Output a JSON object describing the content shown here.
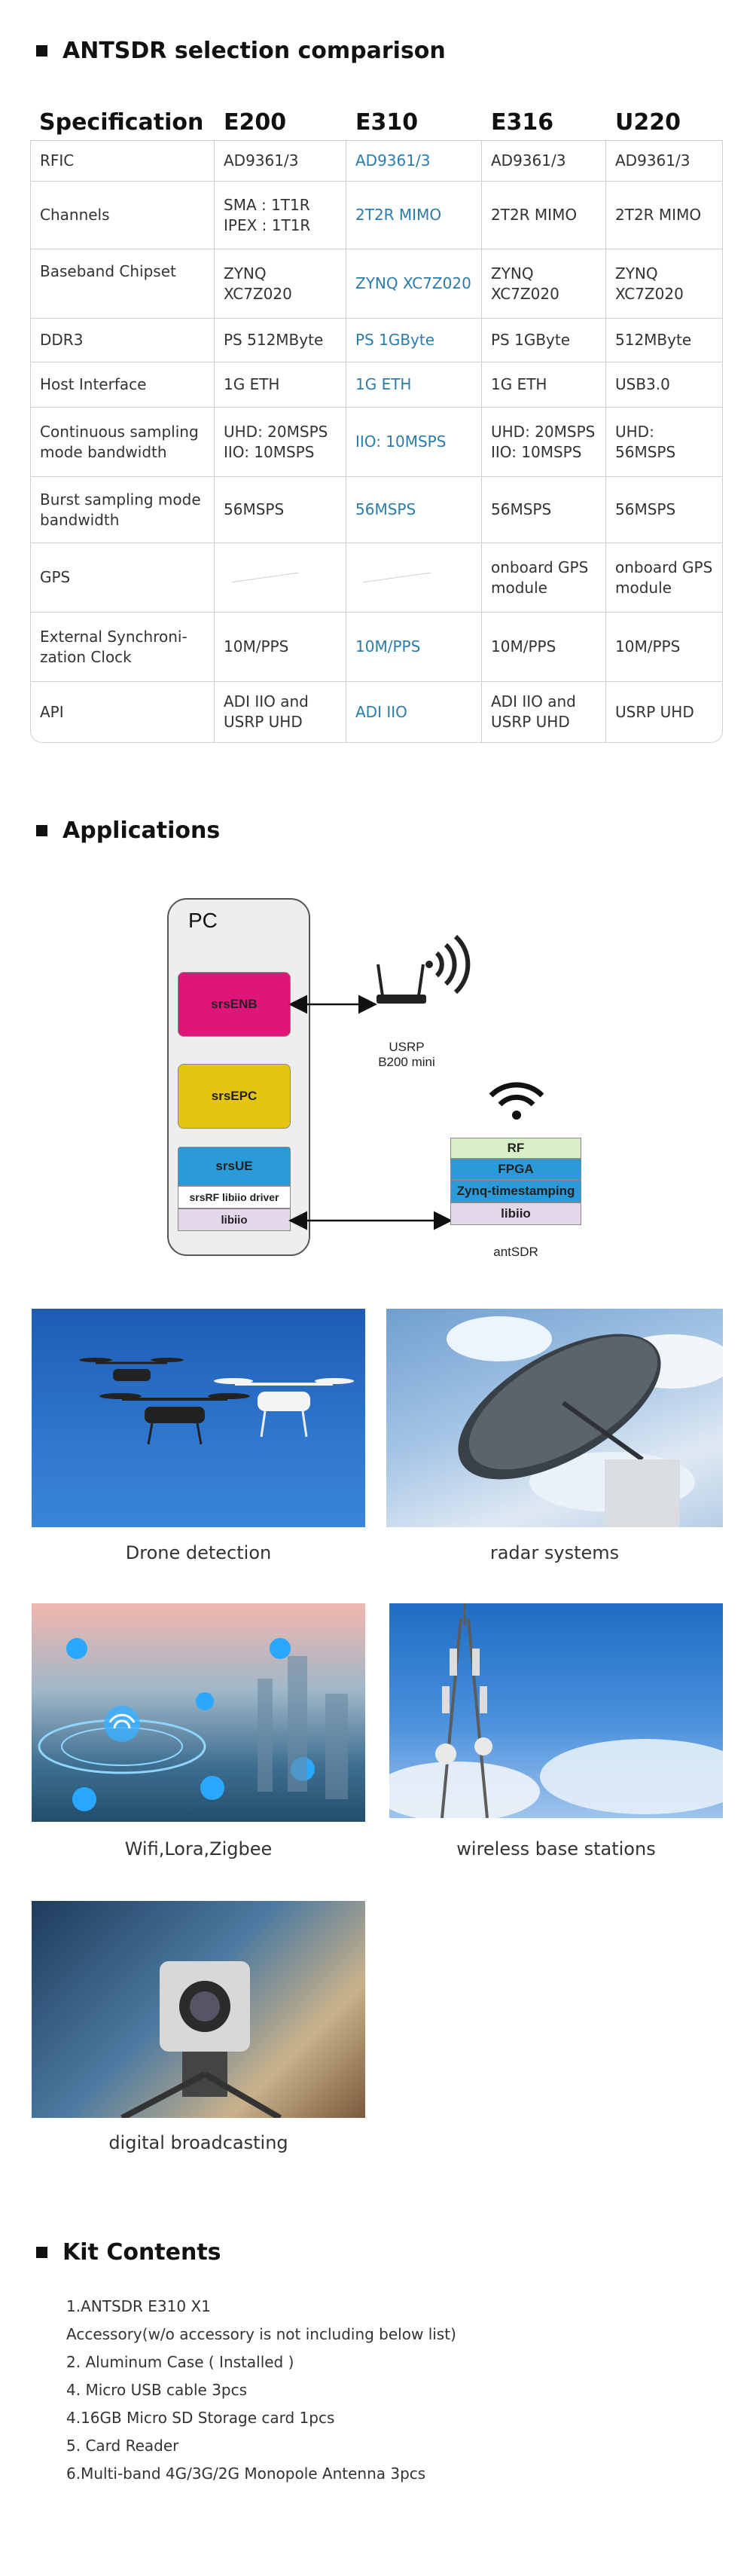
{
  "comparison": {
    "title": "ANTSDR selection comparison",
    "headers": [
      "Specification",
      "E200",
      "E310",
      "E316",
      "U220"
    ],
    "rows": [
      {
        "label": "RFIC",
        "values": [
          "AD9361/3",
          "AD9361/3",
          "AD9361/3",
          "AD9361/3"
        ]
      },
      {
        "label": "Channels",
        "values": [
          "SMA : 1T1R\nIPEX : 1T1R",
          "2T2R MIMO",
          "2T2R MIMO",
          "2T2R MIMO"
        ]
      },
      {
        "label": "Baseband Chipset",
        "values": [
          "ZYNQ XC7Z020",
          "ZYNQ XC7Z020",
          "ZYNQ XC7Z020",
          "ZYNQ XC7Z020"
        ]
      },
      {
        "label": "DDR3",
        "values": [
          "PS 512MByte",
          "PS 1GByte",
          "PS 1GByte",
          "512MByte"
        ]
      },
      {
        "label": "Host Interface",
        "values": [
          "1G ETH",
          "1G ETH",
          "1G ETH",
          "USB3.0"
        ]
      },
      {
        "label": "Continuous sampling\nmode bandwidth",
        "values": [
          "UHD: 20MSPS\nIIO: 10MSPS",
          "IIO: 10MSPS",
          "UHD: 20MSPS\nIIO: 10MSPS",
          "UHD: 56MSPS"
        ]
      },
      {
        "label": "Burst  sampling mode\nbandwidth",
        "values": [
          "56MSPS",
          "56MSPS",
          "56MSPS",
          "56MSPS"
        ]
      },
      {
        "label": "GPS",
        "values": [
          "",
          "",
          "onboard GPS\nmodule",
          "onboard GPS\nmodule"
        ]
      },
      {
        "label": "External  Synchroni-\nzation Clock",
        "values": [
          "10M/PPS",
          "10M/PPS",
          "10M/PPS",
          "10M/PPS"
        ]
      },
      {
        "label": "API",
        "values": [
          "ADI IIO and\nUSRP UHD",
          "ADI IIO",
          "ADI IIO and\nUSRP UHD",
          "USRP UHD"
        ]
      }
    ]
  },
  "applications": {
    "title": "Applications",
    "diagram": {
      "pc_label": "PC",
      "blocks": {
        "srsenb": "srsENB",
        "srsepc": "srsEPC",
        "srsue": "srsUE",
        "driver": "srsRF libiio driver",
        "libiio_pc": "libiio",
        "rf": "RF",
        "fpga": "FPGA",
        "zynq": "Zynq-timestamping",
        "libiio_dev": "libiio"
      },
      "usrp_label": "USRP\nB200 mini",
      "antsdr_label": "antSDR"
    },
    "items": [
      {
        "caption": "Drone detection",
        "icon": "drone-image"
      },
      {
        "caption": "radar systems",
        "icon": "radar-dish-image"
      },
      {
        "caption": "Wifi,Lora,Zigbee",
        "icon": "wireless-city-image"
      },
      {
        "caption": "wireless base stations",
        "icon": "cell-tower-image"
      },
      {
        "caption": "digital broadcasting",
        "icon": "broadcast-camera-image"
      }
    ]
  },
  "kit": {
    "title": "Kit Contents",
    "items": [
      "1.ANTSDR E310 X1",
      "Accessory(w/o accessory is not including below list)",
      "2. Aluminum Case ( Installed )",
      "4. Micro USB cable 3pcs",
      "4.16GB Micro SD Storage card 1pcs",
      "5. Card Reader",
      "6.Multi-band 4G/3G/2G Monopole Antenna 3pcs"
    ]
  },
  "colors": {
    "e310_column": "#2a7cab",
    "srsenb": "#e0157a",
    "srsepc": "#e6c413",
    "srsue": "#2a9ad8",
    "rf": "#d7eec8",
    "fpga": "#2a9ad8",
    "libiio": "#e3d7ea"
  }
}
